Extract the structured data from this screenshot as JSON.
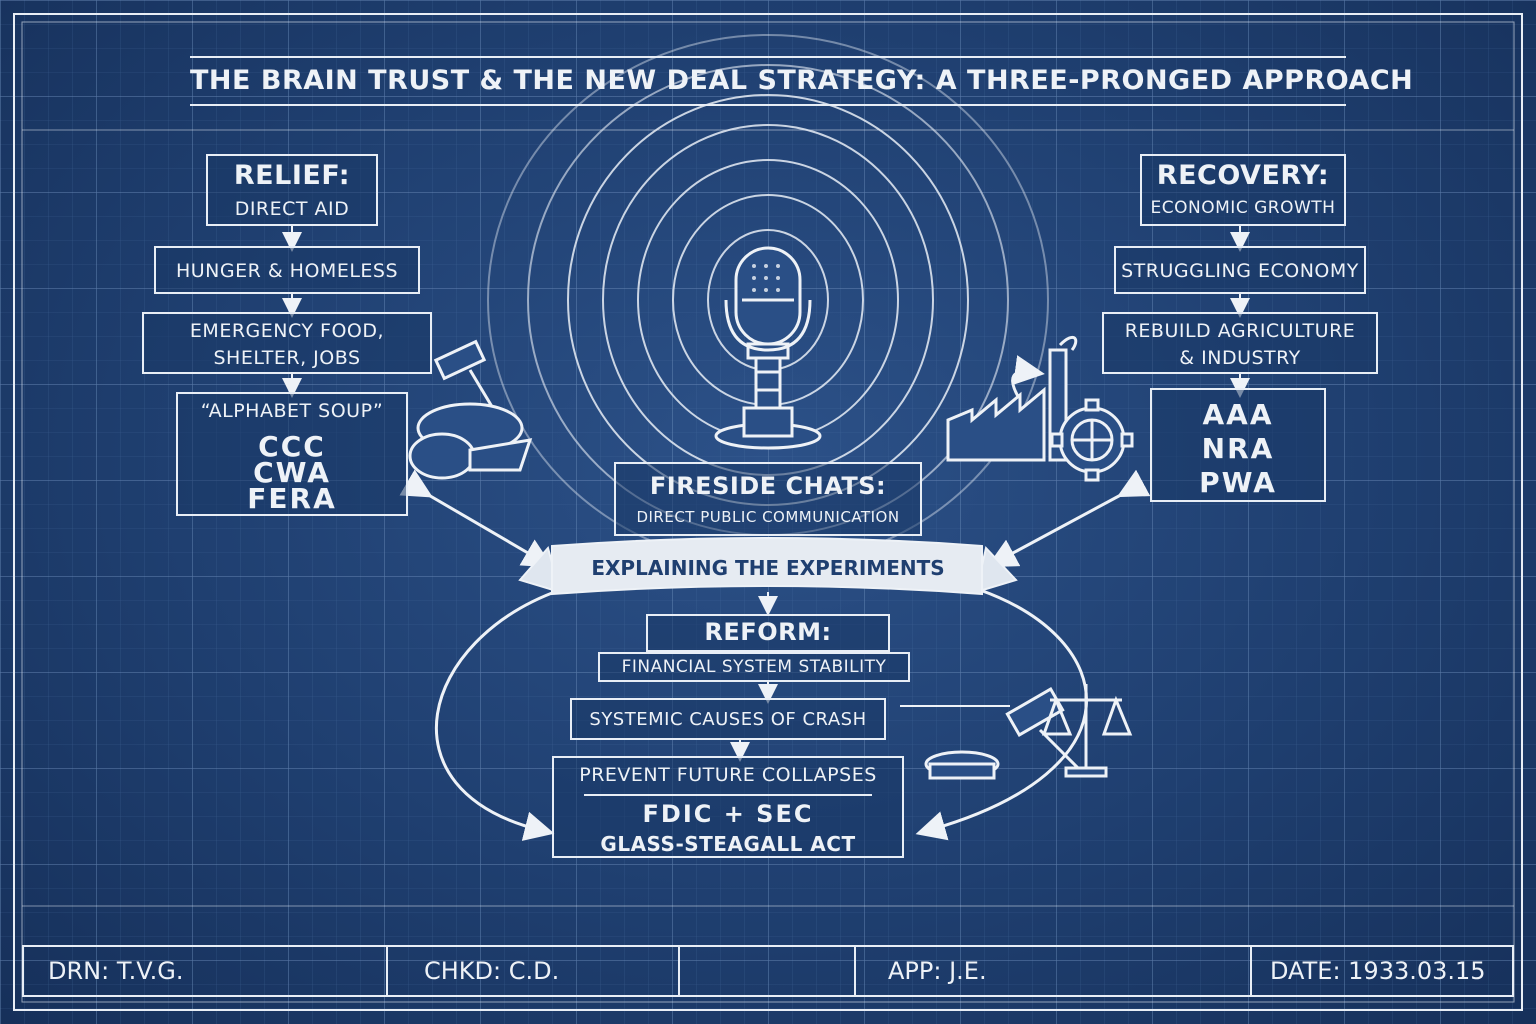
{
  "title": "THE BRAIN TRUST & THE NEW DEAL STRATEGY: A THREE-PRONGED APPROACH",
  "relief": {
    "heading": "RELIEF:",
    "subheading": "DIRECT AID",
    "problem": "HUNGER & HOMELESS",
    "action_line1": "EMERGENCY FOOD,",
    "action_line2": "SHELTER, JOBS",
    "programs_label": "“ALPHABET SOUP”",
    "programs": [
      "CCC",
      "CWA",
      "FERA"
    ]
  },
  "recovery": {
    "heading": "RECOVERY:",
    "subheading": "ECONOMIC GROWTH",
    "problem": "STRUGGLING ECONOMY",
    "action_line1": "REBUILD AGRICULTURE",
    "action_line2": "& INDUSTRY",
    "programs": [
      "AAA",
      "NRA",
      "PWA"
    ]
  },
  "fireside": {
    "heading": "FIRESIDE CHATS:",
    "subheading": "DIRECT PUBLIC COMMUNICATION",
    "banner": "EXPLAINING THE EXPERIMENTS"
  },
  "reform": {
    "heading": "REFORM:",
    "subheading": "FINANCIAL SYSTEM STABILITY",
    "problem": "SYSTEMIC CAUSES OF CRASH",
    "action": "PREVENT FUTURE COLLAPSES",
    "programs_line1": "FDIC + SEC",
    "programs_line2": "GLASS-STEAGALL ACT"
  },
  "title_block": {
    "drawn": "DRN: T.V.G.",
    "checked": "CHKD: C.D.",
    "approved": "APP: J.E.",
    "date": "DATE: 1933.03.15"
  },
  "colors": {
    "paper": "#1f3f70",
    "ink": "#e8eef6",
    "grid": "#5c7fb0"
  },
  "icons": [
    "microphone-icon",
    "bread-basket-icon",
    "hammer-icon",
    "factory-icon",
    "gear-icon",
    "gavel-icon",
    "scales-icon"
  ]
}
